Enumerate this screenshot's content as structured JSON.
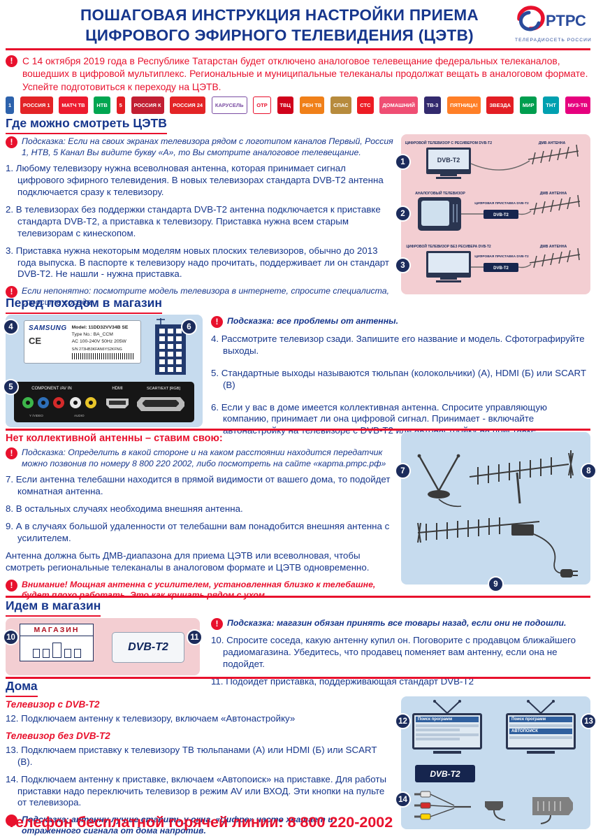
{
  "colors": {
    "brand_blue": "#16368c",
    "brand_red": "#e8112d",
    "panel_pink": "#f3ced2",
    "panel_blue": "#c6dbee",
    "step_navy": "#1c2c5c"
  },
  "icons": {
    "warning": "!"
  },
  "header": {
    "title_line1": "ПОШАГОВАЯ ИНСТРУКЦИЯ НАСТРОЙКИ ПРИЕМА",
    "title_line2": "ЦИФРОВОГО ЭФИРНОГО ТЕЛЕВИДЕНИЯ (ЦЭТВ)",
    "logo_name": "РТРС",
    "logo_tagline": "ТЕЛЕРАДИОСЕТЬ РОССИИ"
  },
  "intro_warning": "С 14 октября 2019 года в Республике Татарстан будет отключено аналоговое телевещание федеральных телеканалов, вошедших в цифровой мультиплекс. Региональные и муниципальные телеканалы продолжат вещать в аналоговом формате. Успейте подготовиться к переходу на ЦЭТВ.",
  "channels": [
    {
      "label": "1",
      "bg": "#2d62ac",
      "fg": "#ffffff"
    },
    {
      "label": "РОССИЯ 1",
      "bg": "#e32426",
      "fg": "#ffffff"
    },
    {
      "label": "МАТЧ ТВ",
      "bg": "#ed1b2f",
      "fg": "#ffffff"
    },
    {
      "label": "НТВ",
      "bg": "#00a651",
      "fg": "#ffffff"
    },
    {
      "label": "5",
      "bg": "#e31e24",
      "fg": "#ffffff"
    },
    {
      "label": "РОССИЯ К",
      "bg": "#c21f33",
      "fg": "#ffffff"
    },
    {
      "label": "РОССИЯ 24",
      "bg": "#e32426",
      "fg": "#ffffff"
    },
    {
      "label": "КАРУСЕЛЬ",
      "bg": "#ffffff",
      "fg": "#7b4ea3",
      "border": "#7b4ea3"
    },
    {
      "label": "ОТР",
      "bg": "#ffffff",
      "fg": "#e8112d",
      "border": "#e8112d"
    },
    {
      "label": "ТВЦ",
      "bg": "#d0021b",
      "fg": "#ffffff"
    },
    {
      "label": "РЕН ТВ",
      "bg": "#f08019",
      "fg": "#ffffff"
    },
    {
      "label": "СПАС",
      "bg": "#b78b3d",
      "fg": "#ffffff"
    },
    {
      "label": "СТС",
      "bg": "#ed1c24",
      "fg": "#ffffff"
    },
    {
      "label": "ДОМАШНИЙ",
      "bg": "#ef4e73",
      "fg": "#ffffff"
    },
    {
      "label": "ТВ-3",
      "bg": "#332a6e",
      "fg": "#ffffff"
    },
    {
      "label": "ПЯТНИЦА!",
      "bg": "#ff7f27",
      "fg": "#ffffff"
    },
    {
      "label": "ЗВЕЗДА",
      "bg": "#e31e24",
      "fg": "#ffffff"
    },
    {
      "label": "МИР",
      "bg": "#009e4f",
      "fg": "#ffffff"
    },
    {
      "label": "ТНТ",
      "bg": "#00a0b0",
      "fg": "#ffffff"
    },
    {
      "label": "МУЗ-ТВ",
      "bg": "#e6007e",
      "fg": "#ffffff"
    }
  ],
  "steps": [
    "1",
    "2",
    "3",
    "4",
    "5",
    "6",
    "7",
    "8",
    "9",
    "10",
    "11",
    "12",
    "13",
    "14"
  ],
  "section_where": {
    "heading": "Где можно смотреть ЦЭТВ",
    "hint": "Подсказка: Если на своих экранах телевизора рядом с логотипом каналов Первый, Россия 1, НТВ, 5 Канал Вы видите букву «А», то Вы смотрите аналоговое телевещание.",
    "items": [
      "1. Любому телевизору нужна всеволновая антенна, которая принимает сигнал цифрового эфирного телевидения. В новых телевизорах стандарта DVB-T2 антенна подключается сразу к телевизору.",
      "2. В телевизорах без поддержки стандарта DVB-T2 антенна подключается к приставке стандарта DVB-T2, а приставка к телевизору. Приставка нужна всем старым телевизорам с кинескопом.",
      "3. Приставка нужна некоторым моделям новых плоских телевизоров, обычно до 2013 года выпуска. В паспорте к телевизору надо прочитать, поддерживает ли он стандарт DVB-T2. Не нашли - нужна приставка."
    ],
    "hint2": "Если непонятно: посмотрите модель телевизора в интернете, спросите специалиста, спросите соседа.",
    "diagram": {
      "tv_dvb": "ЦИФРОВОЙ ТЕЛЕВИЗОР С РЕСИВЕРОМ DVB-T2",
      "tv_analog": "АНАЛОГОВЫЙ ТЕЛЕВИЗОР",
      "tv_no_dvb": "ЦИФРОВОЙ ТЕЛЕВИЗОР БЕЗ РЕСИВЕРА DVB-T2",
      "stb": "ЦИФРОВАЯ ПРИСТАВКА DVB-T2",
      "antenna": "ДМВ АНТЕННА",
      "dvb_label": "DVB-T2"
    }
  },
  "section_prep": {
    "heading": "Перед походом в магазин",
    "hint": "Подсказка: все проблемы от антенны.",
    "items": [
      "4. Рассмотрите телевизор сзади. Запишите его название и модель. Сфотографируйте выходы.",
      "5. Стандартные выходы называются тюльпан (колокольчики) (А), HDMI (Б) или SCART (В)",
      "6. Если у вас в доме имеется коллективная антенна. Спросите управляющую компанию, принимает ли она цифровой сигнал. Принимает - включайте автонастройку на телевизоре с DVB-T2 или автонастройку на приставке."
    ],
    "label": {
      "brand": "SAMSUNG",
      "ce": "CE",
      "model": "Model: 11DD32VV34B SE",
      "type": "Type No.: BA_CCM",
      "power": "AC 100-240V 50Hz 205W",
      "serial": "S/N 273HB3KFAN6YS2KFNG"
    },
    "connectors": {
      "component": "COMPONENT /AV IN",
      "hdmi": "HDMI",
      "scart": "SCART/EXT [RGB]",
      "audio": "AUDIO",
      "video": "Y /VIDEO"
    }
  },
  "section_antenna": {
    "heading": "Нет коллективной антенны – ставим свою:",
    "hint": "Подсказка: Определить в какой стороне и на каком расстоянии находится передатчик можно позвонив по номеру 8 800 220 2002, либо посмотреть на сайте «карта.ртрс.рф»",
    "items": [
      "7. Если антенна телебашни находится в прямой видимости от вашего дома, то подойдет комнатная антенна.",
      "8. В остальных случаях необходима внешняя антенна.",
      "9. А в случаях большой удаленности от телебашни вам понадобится внешняя антенна с усилителем."
    ],
    "note": "Антенна должна быть ДМВ-диапазона для приема ЦЭТВ или всеволновая, чтобы смотреть региональные телеканалы в аналоговом формате и ЦЭТВ одновременно.",
    "warning": "Внимание! Мощная антенна с усилителем, установленная близко к телебашне, будет плохо работать. Это как кричать рядом с ухом."
  },
  "section_shop": {
    "heading": "Идем в магазин",
    "hint": "Подсказка: магазин обязан принять все товары назад, если они не подошли.",
    "items": [
      "10. Спросите соседа, какую антенну купил он. Поговорите с продавцом ближайшего радиомагазина. Убедитесь, что продавец поменяет вам антенну, если она не подойдет.",
      "11. Подойдет приставка, поддерживающая стандарт DVB-T2"
    ],
    "shop_sign": "МАГАЗИН",
    "stb_label": "DVB-T2"
  },
  "section_home": {
    "heading": "Дома",
    "sub1": "Телевизор с DVB-T2",
    "item12": "12. Подключаем антенну к телевизору, включаем «Автонастройку»",
    "sub2": "Телевизор без DVB-T2",
    "item13": "13. Подключаем приставку к телевизору ТВ тюльпанами (А) или HDMI (Б) или SCART (В).",
    "item14": "14. Подключаем антенну к приставке, включаем «Автопоиск» на приставке. Для работы приставки надо переключить телевизор в режим AV или ВХОД. Эти кнопки на пульте от телевизора.",
    "hint": "Подсказка: антенну лучше ставить у окна. «Цифре» часто хватает и отраженного сигнала от дома напротив.",
    "screen_title": "Поиск программ",
    "screen_item": "АВТОПОИСК",
    "stb_label": "DVB-T2"
  },
  "footer": "Телефон бесплатной горячей линии: 8 800 220-2002"
}
